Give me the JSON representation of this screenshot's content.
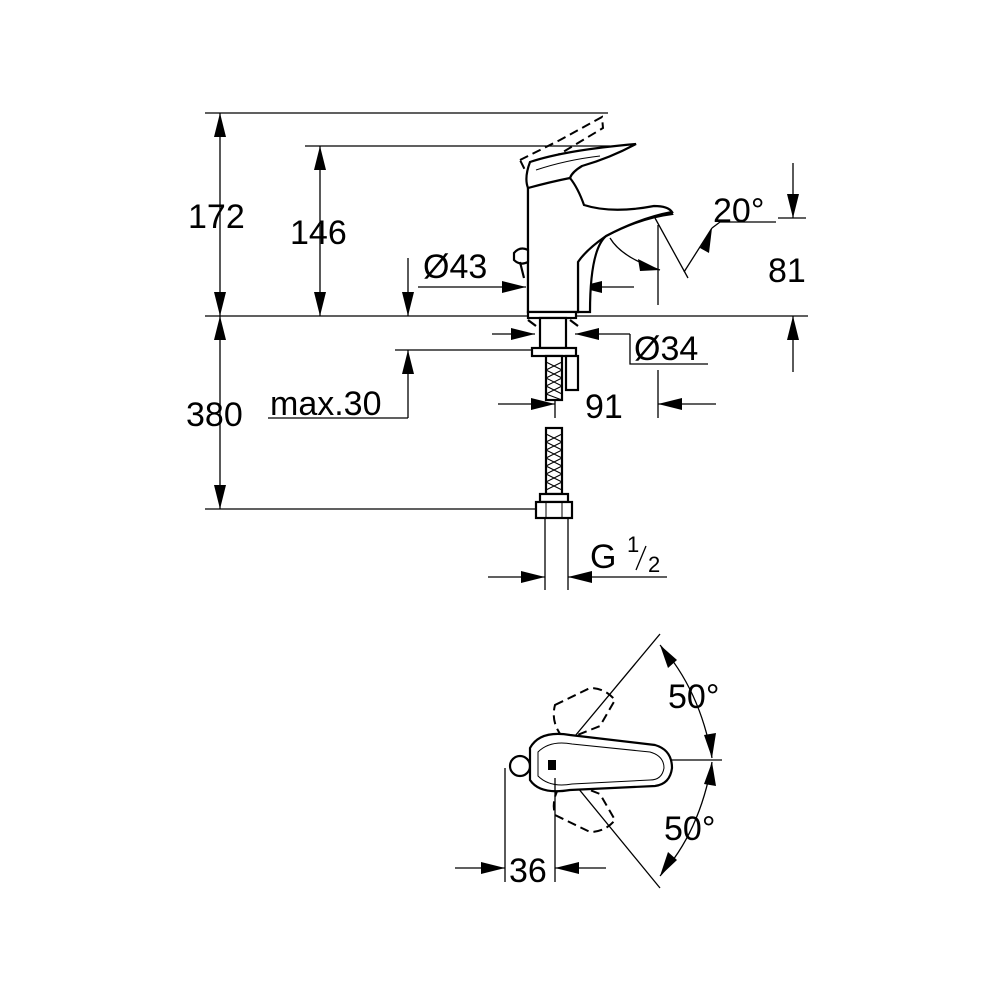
{
  "dimensions": {
    "height_total": "172",
    "height_spout": "146",
    "body_diameter": "Ø43",
    "spout_angle": "20°",
    "spout_height": "81",
    "hole_diameter": "Ø34",
    "hose_length": "380",
    "max_thickness": "max.30",
    "projection": "91",
    "connection_g": "G",
    "connection_num": "1",
    "connection_den": "2",
    "swing_up": "50°",
    "swing_down": "50°",
    "lever_offset": "36"
  }
}
